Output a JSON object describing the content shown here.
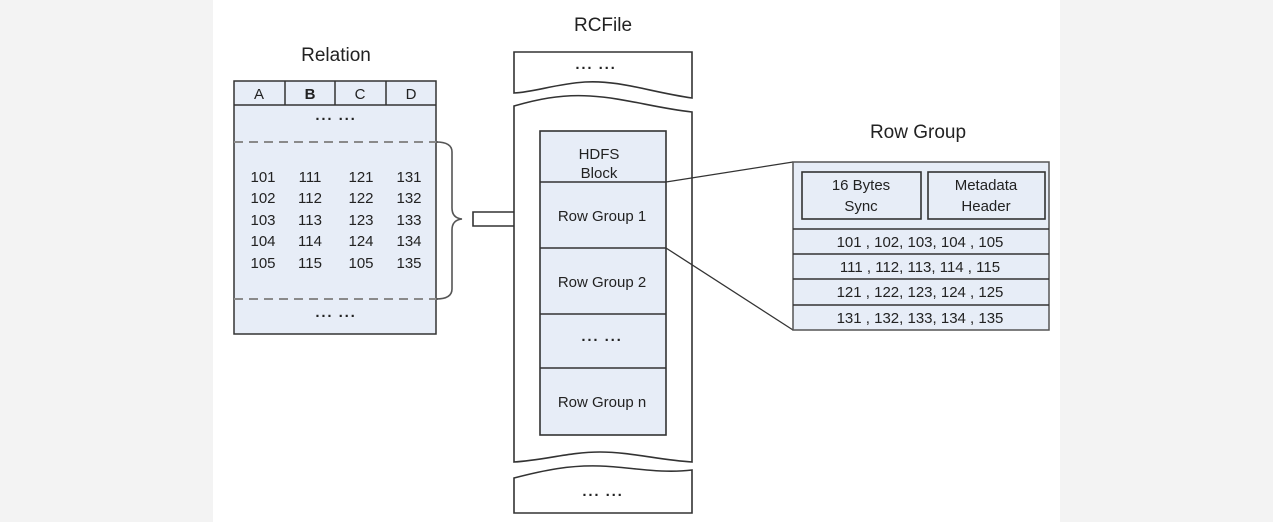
{
  "relation": {
    "title": "Relation",
    "columns": [
      "A",
      "B",
      "C",
      "D"
    ],
    "ellipsis_top": "··· ···",
    "rows": [
      [
        "101",
        "111",
        "121",
        "131"
      ],
      [
        "102",
        "112",
        "122",
        "132"
      ],
      [
        "103",
        "113",
        "123",
        "133"
      ],
      [
        "104",
        "114",
        "124",
        "134"
      ],
      [
        "105",
        "115",
        "105",
        "135"
      ]
    ],
    "ellipsis_bottom": "··· ···"
  },
  "rcfile": {
    "title": "RCFile",
    "ellipsis_top": "··· ···",
    "ellipsis_bottom": "··· ···",
    "blocks": {
      "hdfs_line1": "HDFS",
      "hdfs_line2": "Block",
      "row_group_1": "Row Group 1",
      "row_group_2": "Row Group 2",
      "row_group_ellipsis": "··· ···",
      "row_group_n": "Row Group n"
    }
  },
  "row_group": {
    "title": "Row Group",
    "sync_line1": "16 Bytes",
    "sync_line2": "Sync",
    "meta_line1": "Metadata",
    "meta_line2": "Header",
    "column_rows": [
      "101 , 102, 103, 104 , 105",
      "111 , 112, 113, 114 , 115",
      "121 , 122, 123, 124 , 125",
      "131 , 132, 133, 134 , 135"
    ]
  },
  "colors": {
    "fill": "#e7edf7",
    "stroke": "#333333",
    "dash": "#8a8a8a",
    "background": "#f3f3f3"
  }
}
